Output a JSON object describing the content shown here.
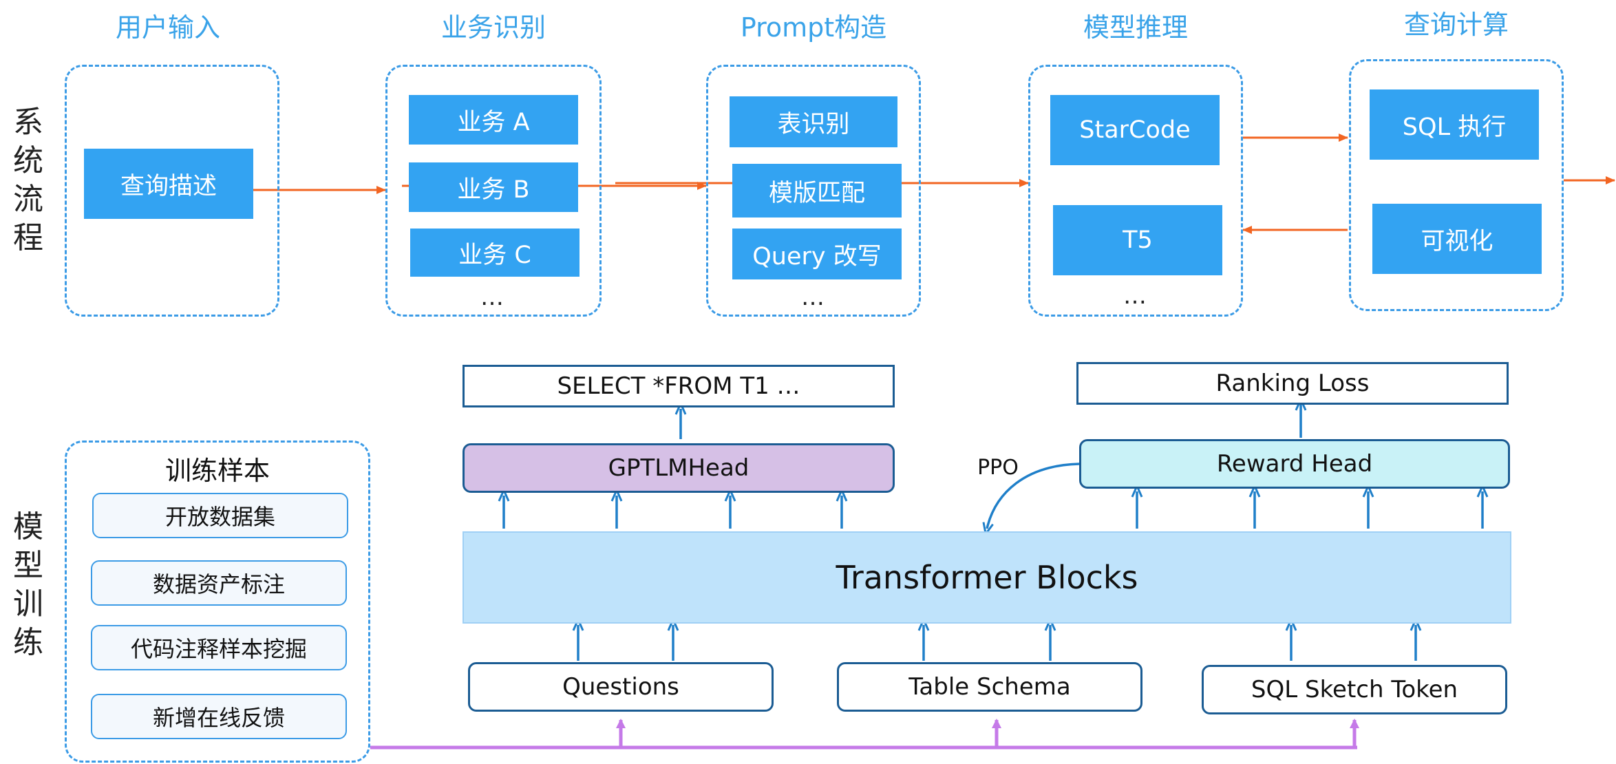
{
  "side_labels": {
    "system_flow": [
      "系",
      "统",
      "流",
      "程"
    ],
    "model_training": [
      "模",
      "型",
      "训",
      "练"
    ]
  },
  "stages": [
    {
      "title": "用户输入",
      "items": [
        "查询描述"
      ],
      "ellipsis": ""
    },
    {
      "title": "业务识别",
      "items": [
        "业务 A",
        "业务 B",
        "业务 C"
      ],
      "ellipsis": "…"
    },
    {
      "title": "Prompt构造",
      "items": [
        "表识别",
        "模版匹配",
        "Query 改写"
      ],
      "ellipsis": "…"
    },
    {
      "title": "模型推理",
      "items": [
        "StarCode",
        "T5"
      ],
      "ellipsis": "…"
    },
    {
      "title": "查询计算",
      "items": [
        "SQL 执行",
        "可视化"
      ],
      "ellipsis": ""
    }
  ],
  "training": {
    "samples_title": "训练样本",
    "samples": [
      "开放数据集",
      "数据资产标注",
      "代码注释样本挖掘",
      "新增在线反馈"
    ],
    "sql_output": "SELECT *FROM T1 …",
    "ranking_loss": "Ranking Loss",
    "gpt_head": "GPTLMHead",
    "reward_head": "Reward Head",
    "ppo_label": "PPO",
    "transformer": "Transformer Blocks",
    "inputs": [
      "Questions",
      "Table Schema",
      "SQL Sketch Token"
    ]
  },
  "colors": {
    "accent_blue": "#33a3f2",
    "dashed_border": "#3b9be6",
    "stage_title": "#3aa3e9",
    "orange_arrow": "#f26522",
    "up_arrow": "#1f7fc9",
    "purple_line": "#c57ae8",
    "gpt_head_fill": "#d6c0e6",
    "reward_head_fill": "#c9f2f7",
    "transformer_fill": "#bfe3fb",
    "dark_border": "#1b5c93"
  }
}
